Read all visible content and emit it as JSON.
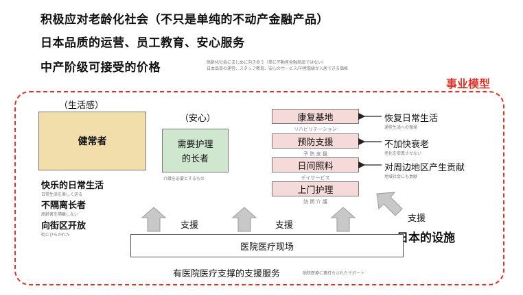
{
  "headlines": [
    "积极应对老龄化社会（不只是单纯的不动产金融产品）",
    "日本品质的运营、员工教育、安心服务",
    "中产阶级可接受的价格"
  ],
  "headline_note": [
    "高齢化社会にまじめに向き合う（単に不動産金融商品ではない）",
    "日本品質の運営、スタッフ教育、安心のサービス/中産階級が入居できる価格"
  ],
  "model_title": "事业模型",
  "left": {
    "group_label": "（生活感）",
    "box_label": "健常者",
    "points": [
      {
        "cn": "快乐的日常生活",
        "jp": "日常生活を楽しく送る"
      },
      {
        "cn": "不隔离长者",
        "jp": "高齢者を隔離しない"
      },
      {
        "cn": "向街区开放",
        "jp": "街にひらかれた"
      }
    ]
  },
  "middle": {
    "group_label": "（安心）",
    "box_label_1": "需要护理",
    "box_label_2": "的长者",
    "note": "介護を必要とするもの"
  },
  "services": [
    {
      "cn": "康复基地",
      "jp": "リハビリテーション"
    },
    {
      "cn": "预防支援",
      "jp": "予 防 支 援"
    },
    {
      "cn": "日间照料",
      "jp": "デイサービス"
    },
    {
      "cn": "上门护理",
      "jp": "訪 問 介 護"
    }
  ],
  "outcomes": [
    {
      "cn": "恢复日常生活",
      "jp": "通常生活への復帰"
    },
    {
      "cn": "不加快衰老",
      "jp": "老化を促進させない"
    },
    {
      "cn": "对周边地区产生贡献",
      "jp": "地域社会にも貢献"
    }
  ],
  "support_label": "支援",
  "japan_facility": "日本的设施",
  "site_label": "医院医疗现场",
  "bottom": {
    "cn": "有医院医疗支撑的支援服务",
    "jp": "病院医療に裏打ちされたサポート"
  },
  "colors": {
    "accent": "#d9352b",
    "healthy_box": "#f1deaa",
    "care_box": "#cfe6cf",
    "service_box": "#f6d9d9",
    "arrow": "#c8c8c8"
  }
}
